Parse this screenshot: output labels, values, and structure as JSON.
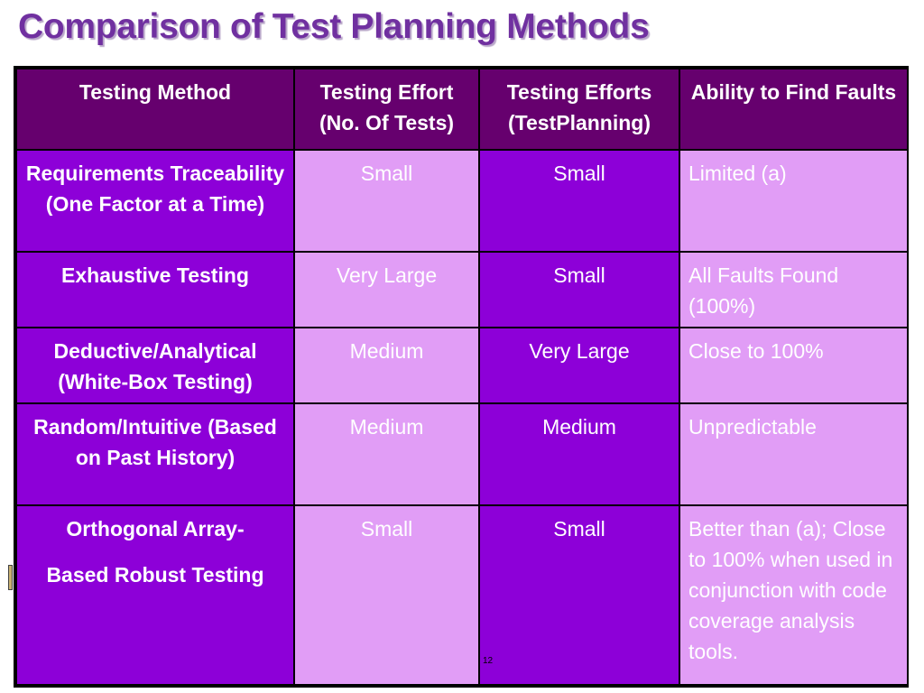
{
  "title": "Comparison of Test Planning Methods",
  "page_number": "12",
  "table": {
    "headers": [
      "Testing Method",
      "Testing Effort (No. Of Tests)",
      "Testing Efforts (TestPlanning)",
      "Ability to Find Faults"
    ],
    "rows": [
      {
        "method": "Requirements Traceability (One Factor at a Time)",
        "effort_tests": "Small",
        "effort_planning": "Small",
        "ability": "Limited (a)"
      },
      {
        "method": "Exhaustive Testing",
        "effort_tests": "Very Large",
        "effort_planning": "Small",
        "ability": "All Faults Found (100%)"
      },
      {
        "method": "Deductive/Analytical (White-Box Testing)",
        "effort_tests": "Medium",
        "effort_planning": "Very Large",
        "ability": "Close to 100%"
      },
      {
        "method": "Random/Intuitive (Based on Past History)",
        "effort_tests": "Medium",
        "effort_planning": "Medium",
        "ability": "Unpredictable"
      },
      {
        "method_line1": "Orthogonal Array-",
        "method_line2": "Based Robust Testing",
        "effort_tests": "Small",
        "effort_planning": "Small",
        "ability": "Better than (a); Close to 100% when used in conjunction with code coverage analysis tools."
      }
    ]
  },
  "colors": {
    "title": "#7030a0",
    "header_bg": "#66006e",
    "method_bg": "#8d00d8",
    "light_bg": "#e19df6",
    "border": "#000000"
  }
}
